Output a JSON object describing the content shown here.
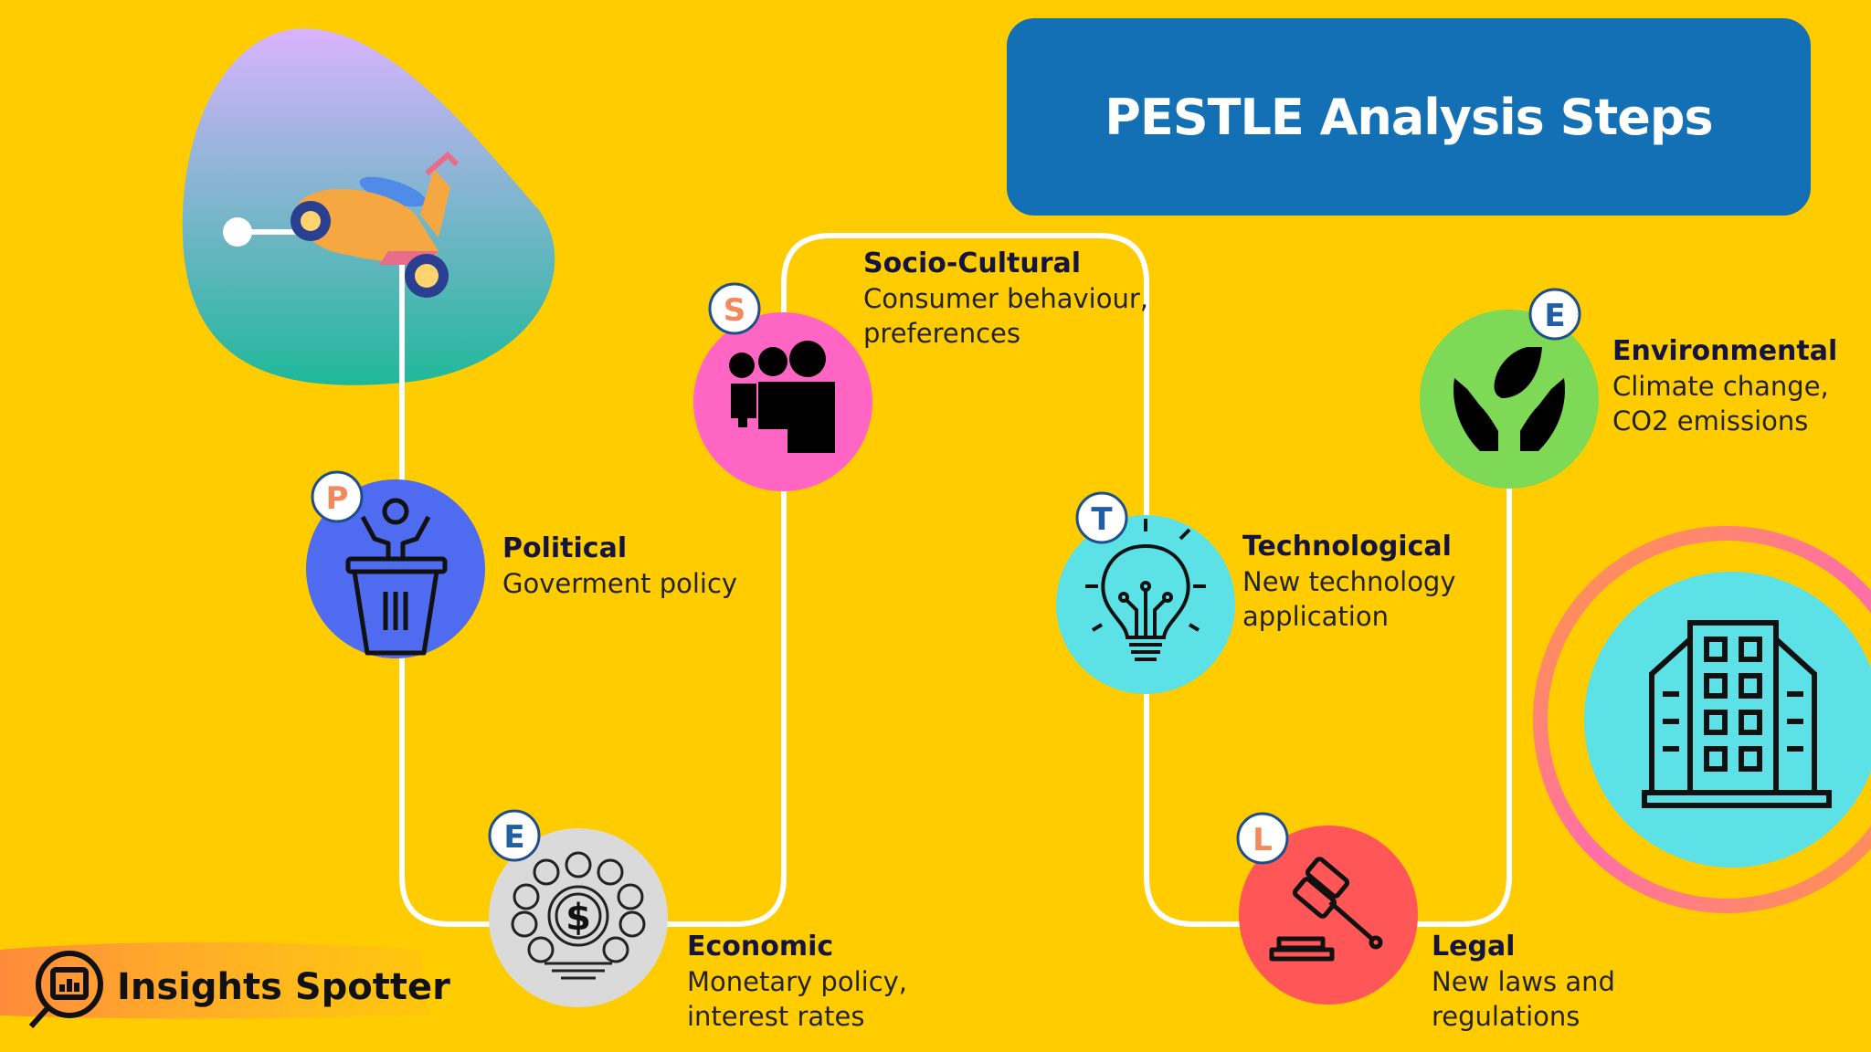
{
  "title": "PESTLE Analysis Steps",
  "brand": {
    "name": "Insights Spotter"
  },
  "steps": [
    {
      "letter": "P",
      "heading": "Political",
      "desc": "Goverment policy",
      "color": "#4F6BF0",
      "letter_color": "#F08A5D",
      "icon": "speaker-podium-icon"
    },
    {
      "letter": "E",
      "heading": "Economic",
      "desc": "Monetary policy,\ninterest rates",
      "color": "#DADADA",
      "letter_color": "#1F5FA8",
      "icon": "dollar-network-icon"
    },
    {
      "letter": "S",
      "heading": "Socio-Cultural",
      "desc": "Consumer behaviour,\npreferences",
      "color": "#FF66C4",
      "letter_color": "#F08A5D",
      "icon": "people-group-icon"
    },
    {
      "letter": "T",
      "heading": "Technological",
      "desc": "New technology\napplication",
      "color": "#5CE1E6",
      "letter_color": "#1F5FA8",
      "icon": "lightbulb-circuit-icon"
    },
    {
      "letter": "L",
      "heading": "Legal",
      "desc": "New laws and\nregulations",
      "color": "#FF5757",
      "letter_color": "#F08A5D",
      "icon": "gavel-icon"
    },
    {
      "letter": "E",
      "heading": "Environmental",
      "desc": "Climate change,\nCO2 emissions",
      "color": "#7ED957",
      "letter_color": "#1F5FA8",
      "icon": "hands-leaf-icon"
    }
  ],
  "decor": {
    "scooter": "scooter-icon",
    "building": "office-building-icon",
    "logo": "magnifier-chart-icon"
  }
}
